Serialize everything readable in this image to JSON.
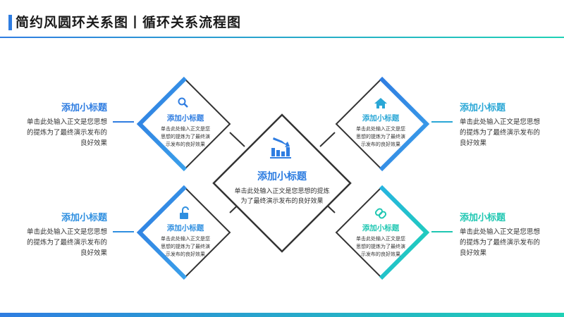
{
  "header": {
    "title": "简约风圆环关系图丨循环关系流程图",
    "accent_start": "#2f7de1",
    "accent_end": "#1fd1b5"
  },
  "center": {
    "icon": "bar-chart-down-icon",
    "title": "添加小标题",
    "body": "单击此处输入正文是您思想的提炼为了最终演示发布的良好效果"
  },
  "nodes": [
    {
      "id": "top-left",
      "icon": "search-icon",
      "color": "#2f7de1",
      "inner_title": "添加小标题",
      "inner_body": "单击此处输入正文是您思想的提炼为了最终演示发布的良好效果",
      "side_title": "添加小标题",
      "side_body": "单击此处输入正文是您思想的提炼为了最终演示发布的良好效果"
    },
    {
      "id": "top-right",
      "icon": "home-icon",
      "color": "#2aa7d6",
      "inner_title": "添加小标题",
      "inner_body": "单击此处输入正文是您思想的提炼为了最终演示发布的良好效果",
      "side_title": "添加小标题",
      "side_body": "单击此处输入正文是您思想的提炼为了最终演示发布的良好效果"
    },
    {
      "id": "bottom-left",
      "icon": "unlock-icon",
      "color": "#2f8fe0",
      "inner_title": "添加小标题",
      "inner_body": "单击此处输入正文是您思想的提炼为了最终演示发布的良好效果",
      "side_title": "添加小标题",
      "side_body": "单击此处输入正文是您思想的提炼为了最终演示发布的良好效果"
    },
    {
      "id": "bottom-right",
      "icon": "link-icon",
      "color": "#1fc7b2",
      "inner_title": "添加小标题",
      "inner_body": "单击此处输入正文是您思想的提炼为了最终演示发布的良好效果",
      "side_title": "添加小标题",
      "side_body": "单击此处输入正文是您思想的提炼为了最终演示发布的良好效果"
    }
  ]
}
